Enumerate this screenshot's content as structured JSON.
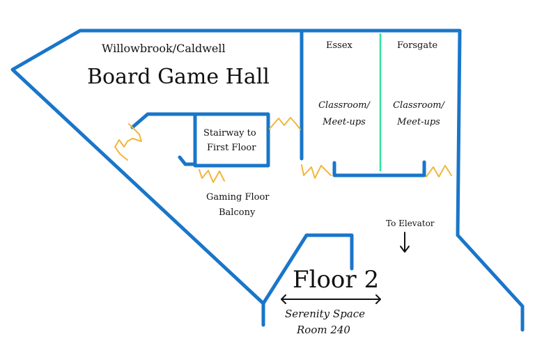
{
  "building": {
    "name": "Willowbrook/Caldwell"
  },
  "hall": {
    "title": "Board Game Hall"
  },
  "rooms": [
    {
      "name": "Essex",
      "description": "Classroom/ Meet-ups"
    },
    {
      "name": "Forsgate",
      "description": "Classroom/ Meet-ups"
    }
  ],
  "stairway": {
    "line1": "Stairway to",
    "line2": "First Floor"
  },
  "balcony": {
    "line1": "Gaming Floor",
    "line2": "Balcony"
  },
  "elevator": {
    "label": "To Elevator"
  },
  "floor": {
    "label": "Floor 2"
  },
  "serenity": {
    "line1": "Serenity Space",
    "line2": "Room 240"
  },
  "colors": {
    "wall": "#1976c9",
    "door": "#f2b53a",
    "divider": "#2ee59a"
  }
}
